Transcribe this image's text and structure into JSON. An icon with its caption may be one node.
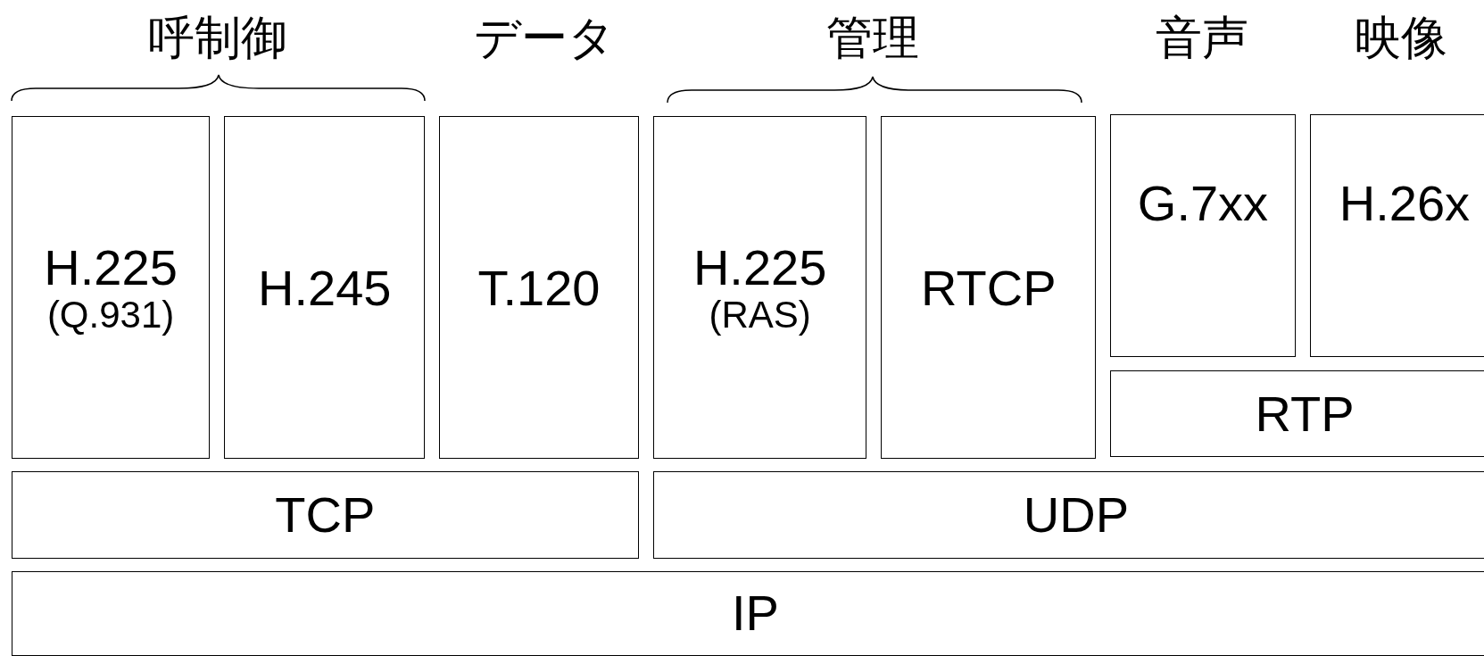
{
  "diagram": {
    "nodes": [
      {
        "text": [
          "H.225",
          "(Q.931)"
        ]
      },
      {
        "text": [
          "H.245"
        ]
      },
      {
        "text": [
          "T.120"
        ]
      },
      {
        "text": [
          "H.225",
          "(RAS)"
        ]
      },
      {
        "text": [
          "RTCP"
        ]
      },
      {
        "text": [
          "G.7xx"
        ]
      },
      {
        "text": [
          "H.26x"
        ]
      },
      {
        "text": [
          "RTP"
        ]
      },
      {
        "text": [
          "TCP"
        ]
      },
      {
        "text": [
          "UDP"
        ]
      },
      {
        "text": [
          "IP"
        ]
      }
    ],
    "labels": [
      "呼制御",
      "データ",
      "管理",
      "音声",
      "映像"
    ]
  }
}
